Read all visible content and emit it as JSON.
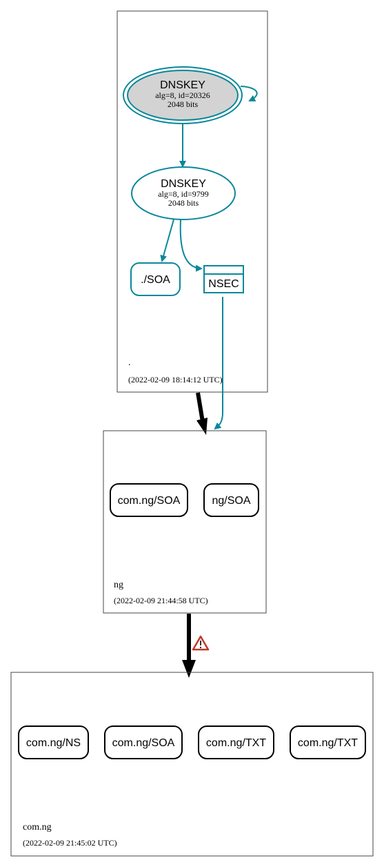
{
  "colors": {
    "teal": "#0a879a",
    "black": "#000000",
    "ksk_fill": "#d3d3d3",
    "warning": "#c0392b"
  },
  "zones": {
    "root": {
      "name": ".",
      "timestamp": "(2022-02-09 18:14:12 UTC)",
      "ksk": {
        "title": "DNSKEY",
        "detail": "alg=8, id=20326",
        "bits": "2048 bits"
      },
      "zsk": {
        "title": "DNSKEY",
        "detail": "alg=8, id=9799",
        "bits": "2048 bits"
      },
      "soa": "./SOA",
      "nsec": "NSEC"
    },
    "ng": {
      "name": "ng",
      "timestamp": "(2022-02-09 21:44:58 UTC)",
      "records": [
        "com.ng/SOA",
        "ng/SOA"
      ]
    },
    "com_ng": {
      "name": "com.ng",
      "timestamp": "(2022-02-09 21:45:02 UTC)",
      "records": [
        "com.ng/NS",
        "com.ng/SOA",
        "com.ng/TXT",
        "com.ng/TXT"
      ]
    }
  },
  "warning_icon": "warning-triangle-icon"
}
